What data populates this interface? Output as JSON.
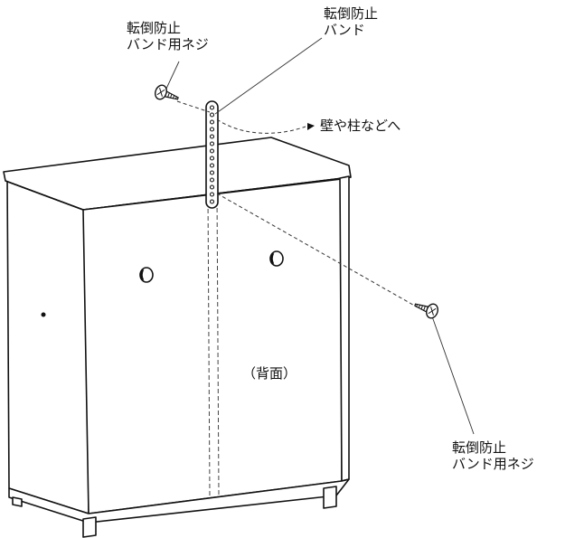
{
  "labels": {
    "screw_top_left": {
      "line1": "転倒防止",
      "line2": "バンド用ネジ"
    },
    "band_top": {
      "line1": "転倒防止",
      "line2": "バンド"
    },
    "to_wall": "壁や柱などへ",
    "back_face": "（背面）",
    "screw_bottom_right": {
      "line1": "転倒防止",
      "line2": "バンド用ネジ"
    }
  }
}
